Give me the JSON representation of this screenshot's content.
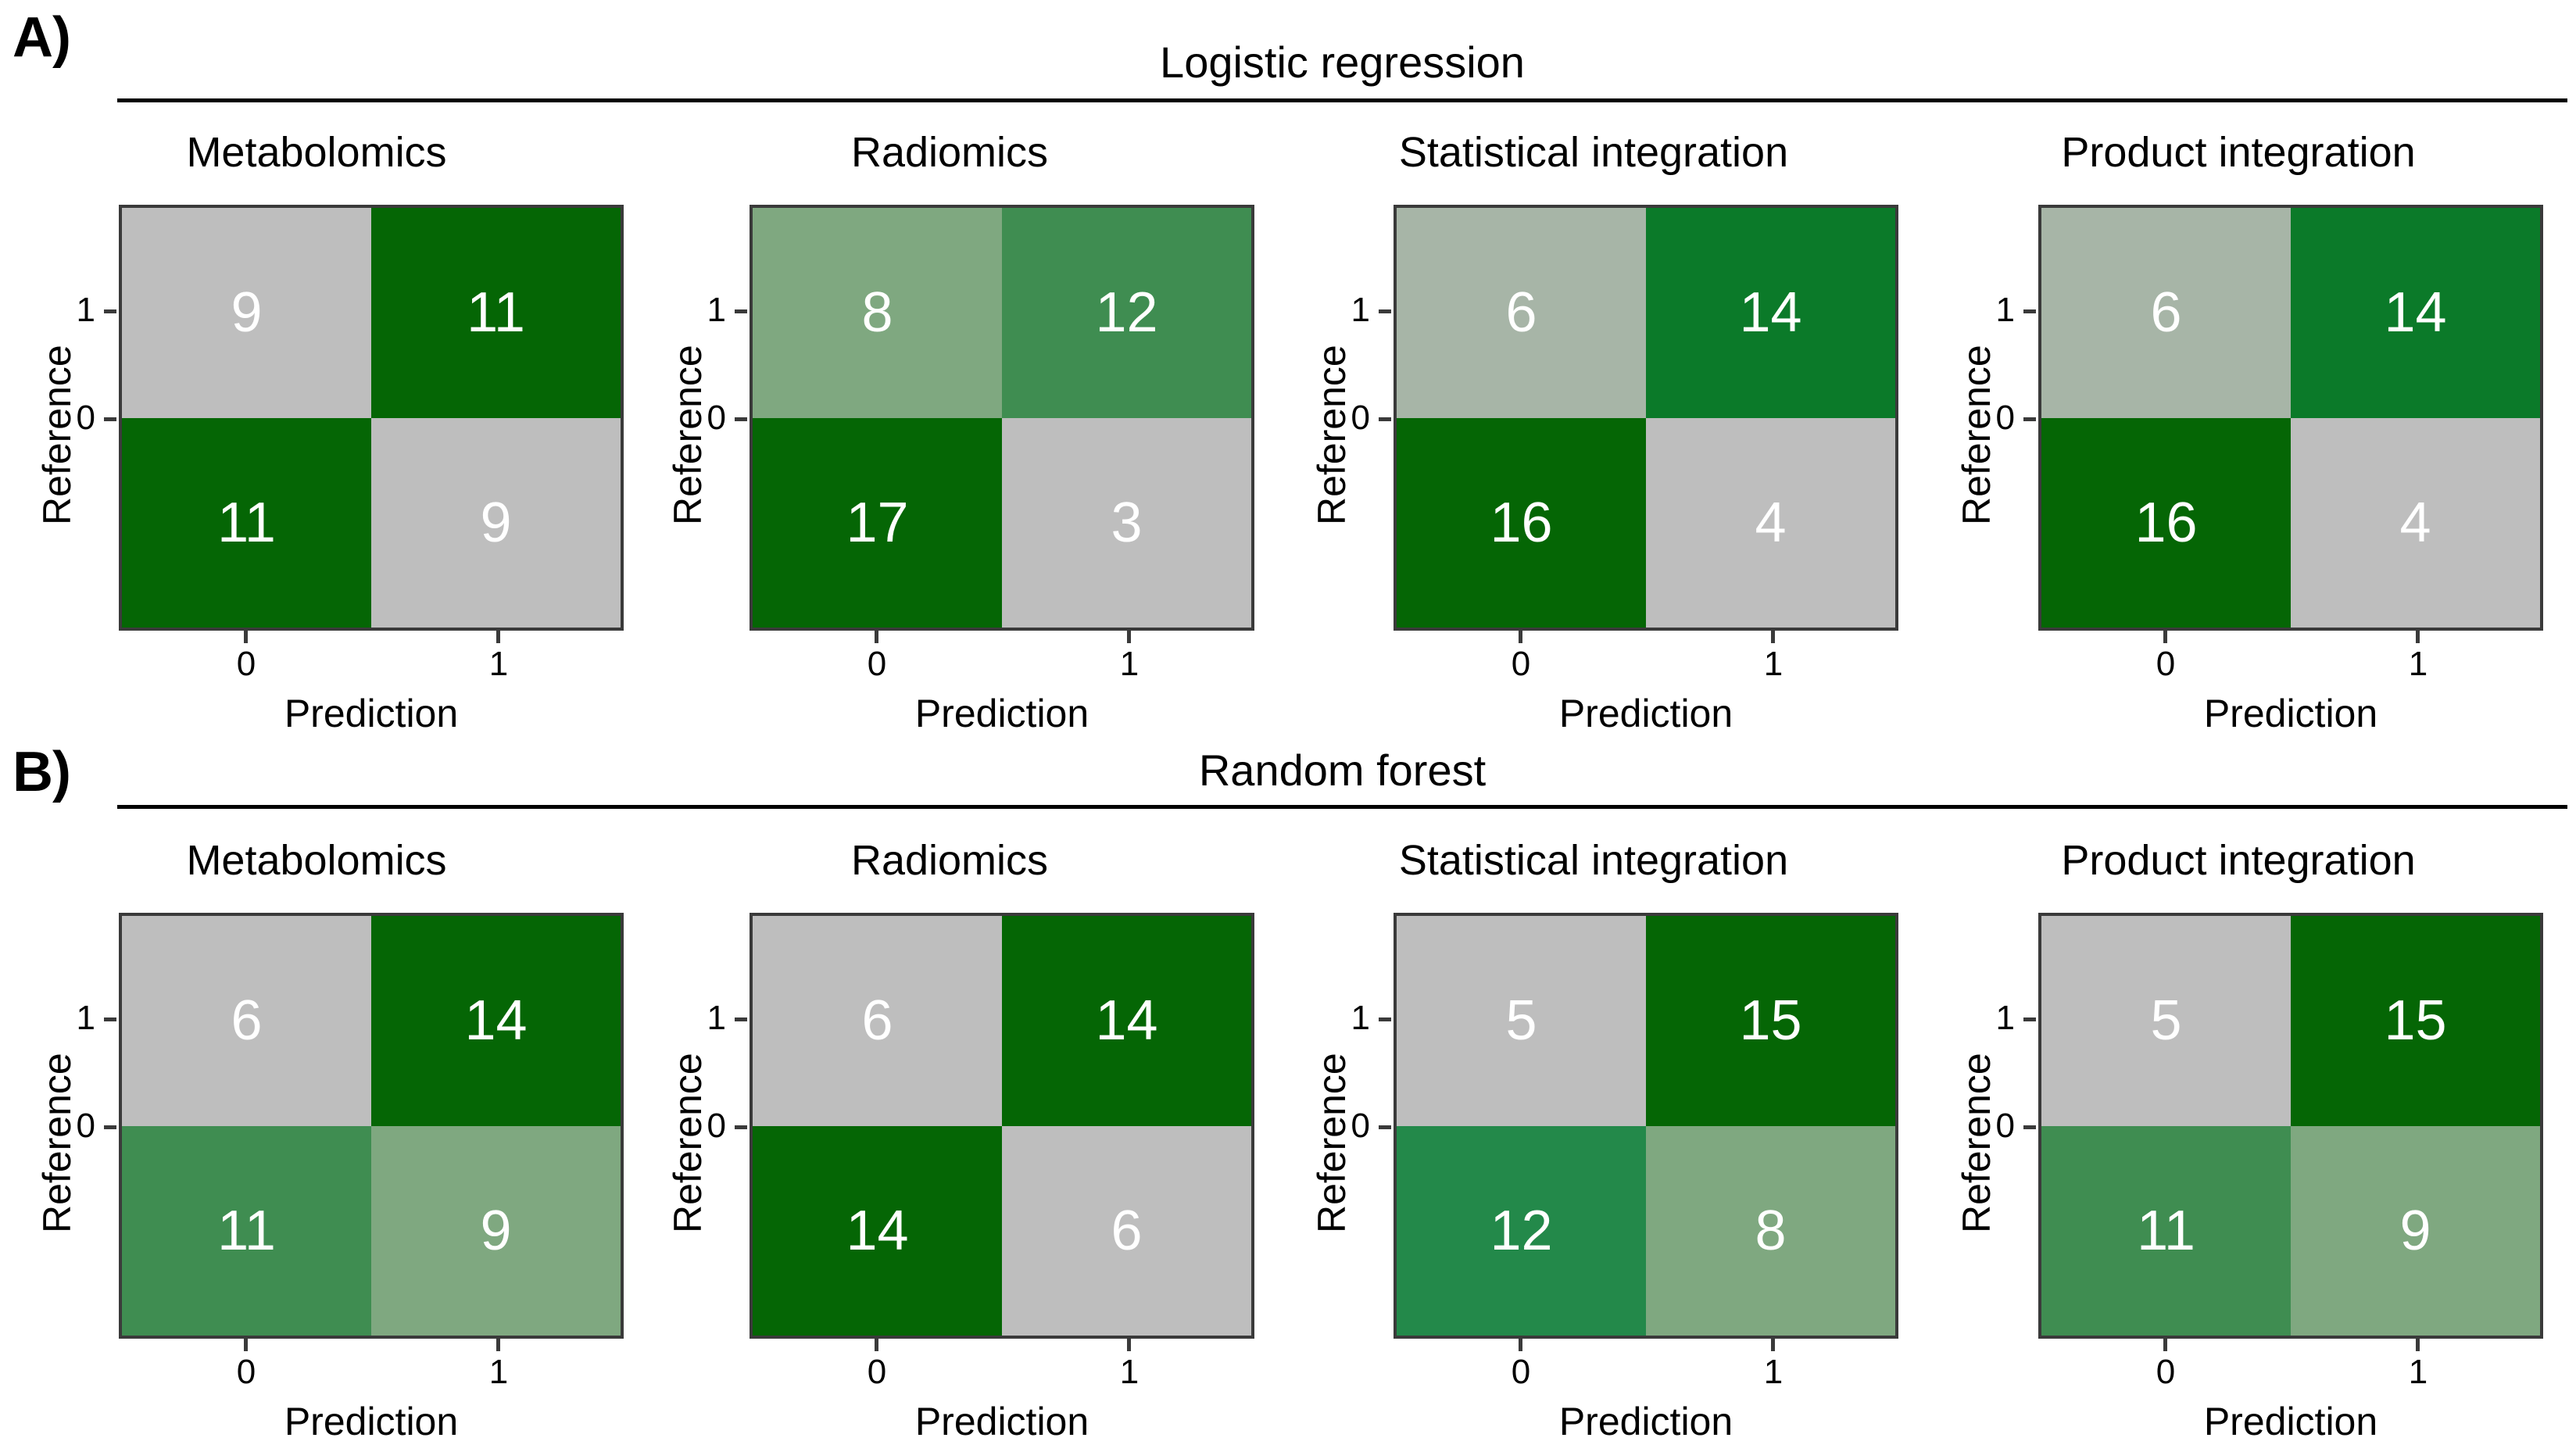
{
  "figure": {
    "axis_labels": {
      "x": "Prediction",
      "y": "Reference"
    },
    "tick_labels": {
      "x": [
        "0",
        "1"
      ],
      "y": [
        "1",
        "0"
      ]
    },
    "colors": {
      "grey": "#bebebe",
      "grey_green": "#a7b5a7",
      "sage": "#7fa880",
      "mid_green": "#3f8d51",
      "green": "#0b7a29",
      "dark_green": "#056605",
      "cell_text": "#ffffff",
      "border": "#3a3a3a",
      "rule": "#000000"
    }
  },
  "sections": [
    {
      "letter": "A)",
      "title": "Logistic regression",
      "panels": [
        {
          "title": "Metabolomics",
          "cells": [
            {
              "value": "9",
              "color": "#bebebe"
            },
            {
              "value": "11",
              "color": "#056605"
            },
            {
              "value": "11",
              "color": "#056605"
            },
            {
              "value": "9",
              "color": "#bebebe"
            }
          ]
        },
        {
          "title": "Radiomics",
          "cells": [
            {
              "value": "8",
              "color": "#7fa880"
            },
            {
              "value": "12",
              "color": "#3f8d51"
            },
            {
              "value": "17",
              "color": "#056605"
            },
            {
              "value": "3",
              "color": "#bebebe"
            }
          ]
        },
        {
          "title": "Statistical integration",
          "cells": [
            {
              "value": "6",
              "color": "#a7b5a7"
            },
            {
              "value": "14",
              "color": "#0b7a29"
            },
            {
              "value": "16",
              "color": "#056605"
            },
            {
              "value": "4",
              "color": "#bebebe"
            }
          ]
        },
        {
          "title": "Product integration",
          "cells": [
            {
              "value": "6",
              "color": "#a7b5a7"
            },
            {
              "value": "14",
              "color": "#0b7a29"
            },
            {
              "value": "16",
              "color": "#056605"
            },
            {
              "value": "4",
              "color": "#bebebe"
            }
          ]
        }
      ]
    },
    {
      "letter": "B)",
      "title": "Random forest",
      "panels": [
        {
          "title": "Metabolomics",
          "cells": [
            {
              "value": "6",
              "color": "#bebebe"
            },
            {
              "value": "14",
              "color": "#056605"
            },
            {
              "value": "11",
              "color": "#3f8d51"
            },
            {
              "value": "9",
              "color": "#7fa880"
            }
          ]
        },
        {
          "title": "Radiomics",
          "cells": [
            {
              "value": "6",
              "color": "#bebebe"
            },
            {
              "value": "14",
              "color": "#056605"
            },
            {
              "value": "14",
              "color": "#056605"
            },
            {
              "value": "6",
              "color": "#bebebe"
            }
          ]
        },
        {
          "title": "Statistical integration",
          "cells": [
            {
              "value": "5",
              "color": "#bebebe"
            },
            {
              "value": "15",
              "color": "#056605"
            },
            {
              "value": "12",
              "color": "#23894a"
            },
            {
              "value": "8",
              "color": "#7fa880"
            }
          ]
        },
        {
          "title": "Product integration",
          "cells": [
            {
              "value": "5",
              "color": "#bebebe"
            },
            {
              "value": "15",
              "color": "#056605"
            },
            {
              "value": "11",
              "color": "#3f8d51"
            },
            {
              "value": "9",
              "color": "#7fa880"
            }
          ]
        }
      ]
    }
  ],
  "chart_data": {
    "type": "heatmap",
    "description": "Eight 2x2 confusion matrices arranged in two rows of four.",
    "xlabel": "Prediction",
    "ylabel": "Reference",
    "x_ticks": [
      "0",
      "1"
    ],
    "y_ticks": [
      "1",
      "0"
    ],
    "row_order": [
      "Reference = 1",
      "Reference = 0"
    ],
    "col_order": [
      "Prediction = 0",
      "Prediction = 1"
    ],
    "panels": [
      {
        "section": "A) Logistic regression",
        "panel": "Metabolomics",
        "matrix": [
          [
            9,
            11
          ],
          [
            11,
            9
          ]
        ]
      },
      {
        "section": "A) Logistic regression",
        "panel": "Radiomics",
        "matrix": [
          [
            8,
            12
          ],
          [
            17,
            3
          ]
        ]
      },
      {
        "section": "A) Logistic regression",
        "panel": "Statistical integration",
        "matrix": [
          [
            6,
            14
          ],
          [
            16,
            4
          ]
        ]
      },
      {
        "section": "A) Logistic regression",
        "panel": "Product integration",
        "matrix": [
          [
            6,
            14
          ],
          [
            16,
            4
          ]
        ]
      },
      {
        "section": "B) Random forest",
        "panel": "Metabolomics",
        "matrix": [
          [
            6,
            14
          ],
          [
            11,
            9
          ]
        ]
      },
      {
        "section": "B) Random forest",
        "panel": "Radiomics",
        "matrix": [
          [
            6,
            14
          ],
          [
            14,
            6
          ]
        ]
      },
      {
        "section": "B) Random forest",
        "panel": "Statistical integration",
        "matrix": [
          [
            5,
            15
          ],
          [
            12,
            8
          ]
        ]
      },
      {
        "section": "B) Random forest",
        "panel": "Product integration",
        "matrix": [
          [
            5,
            15
          ],
          [
            11,
            9
          ]
        ]
      }
    ],
    "colorscale": "grey (low count) to dark green (high count)",
    "grid": false,
    "legend": "none"
  }
}
